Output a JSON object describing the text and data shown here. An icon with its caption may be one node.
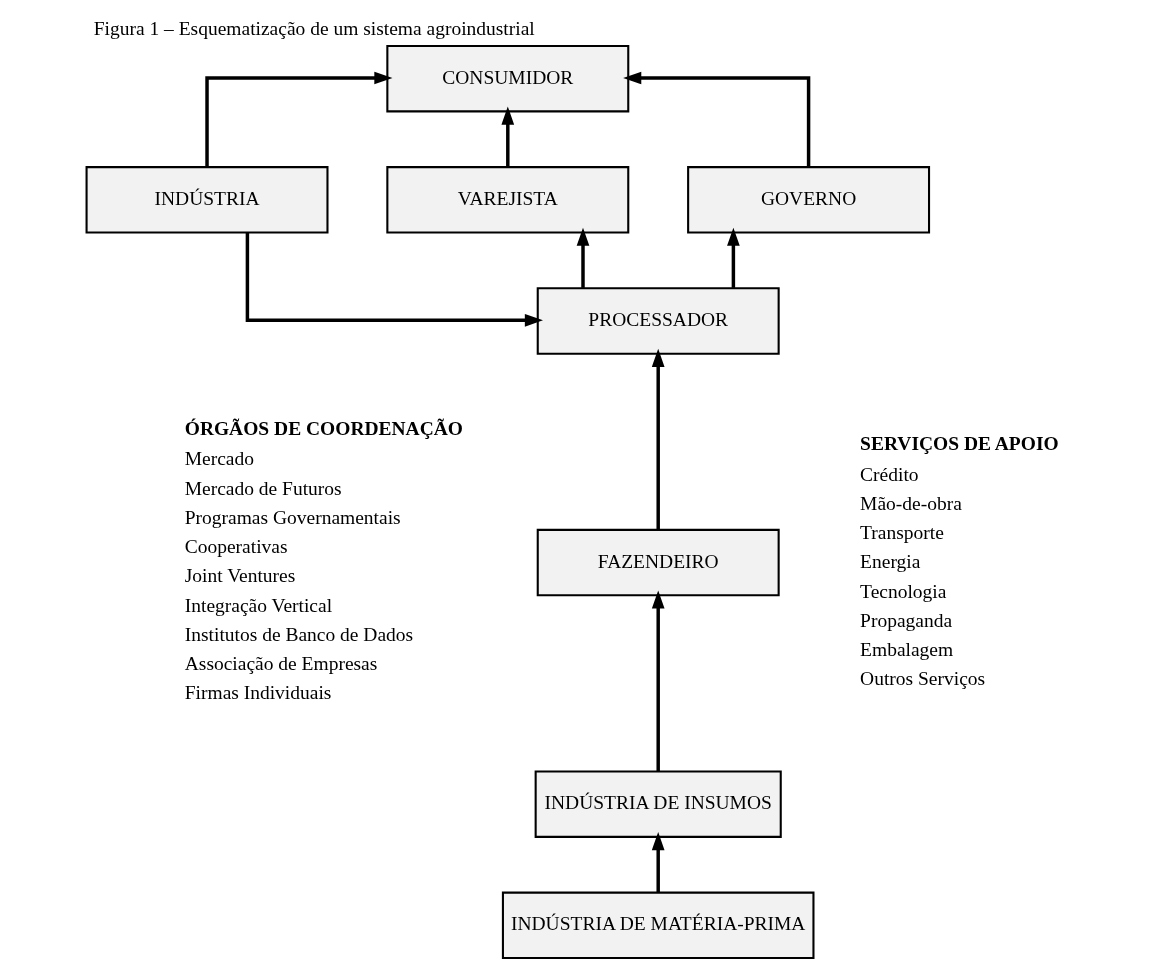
{
  "diagram": {
    "title": "Figura 1 – Esquematização de um sistema agroindustrial",
    "nodes": [
      {
        "text": [
          "CONSUMIDOR"
        ]
      },
      {
        "text": [
          "INDÚSTRIA"
        ]
      },
      {
        "text": [
          "VAREJISTA"
        ]
      },
      {
        "text": [
          "GOVERNO"
        ]
      },
      {
        "text": [
          "PROCESSADOR"
        ]
      },
      {
        "text": [
          "FAZENDEIRO"
        ]
      },
      {
        "text": [
          "INDÚSTRIA DE INSUMOS"
        ]
      },
      {
        "text": [
          "INDÚSTRIA DE MATÉRIA-PRIMA"
        ]
      }
    ],
    "edges": [
      {
        "from": 1,
        "to": 0,
        "arrow": "to"
      },
      {
        "from": 2,
        "to": 0,
        "arrow": "to"
      },
      {
        "from": 3,
        "to": 0,
        "arrow": "to"
      },
      {
        "from": 1,
        "to": 4,
        "arrow": "to"
      },
      {
        "from": 4,
        "to": 2,
        "arrow": "to"
      },
      {
        "from": 4,
        "to": 3,
        "arrow": "to"
      },
      {
        "from": 5,
        "to": 4,
        "arrow": "to"
      },
      {
        "from": 6,
        "to": 5,
        "arrow": "to"
      },
      {
        "from": 7,
        "to": 6,
        "arrow": "to"
      }
    ],
    "labels": [
      "ÓRGÃOS DE COORDENAÇÃO",
      "Mercado",
      "Mercado de Futuros",
      "Programas Governamentais",
      "Cooperativas",
      "Joint Ventures",
      "Integração Vertical",
      "Institutos de Banco de Dados",
      "Associação de Empresas",
      "Firmas Individuais",
      "SERVIÇOS DE APOIO",
      "Crédito",
      "Mão-de-obra",
      "Transporte",
      "Energia",
      "Tecnologia",
      "Propaganda",
      "Embalagem",
      "Outros Serviços"
    ]
  }
}
